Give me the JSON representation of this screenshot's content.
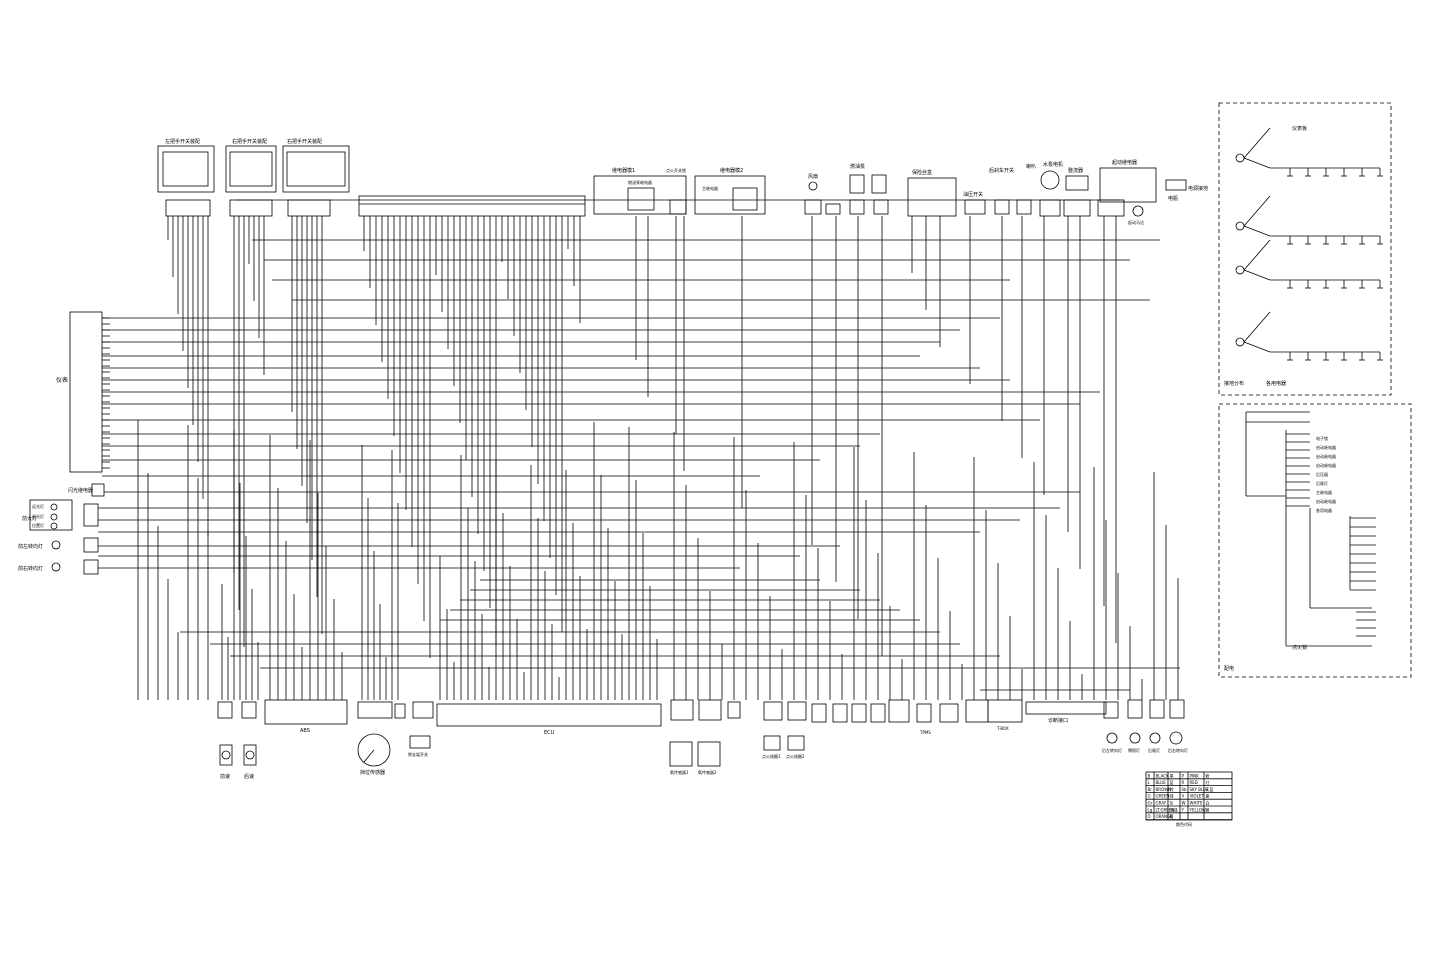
{
  "switches": {
    "left_handlebar": "左把手开关装配",
    "right_handlebar": "右把手开关装配",
    "right_handlebar_2": "右把手开关装配"
  },
  "top_modules": {
    "relay_box_1": "继电器模1",
    "fuel_pump_relay": "燃油泵继电器",
    "ignition_switch": "点火开关锁",
    "relay_box_2": "继电器模2",
    "main_relay": "主继电器",
    "fan": "风扇",
    "fuel_pump": "燃油泵",
    "fuse_box": "保险丝盒",
    "oil_pressure_switch": "油压开关",
    "rear_brake_switch": "后刹车开关",
    "horn": "喇叭",
    "water_pump": "水泵电机",
    "regulator": "整流器",
    "start_relay": "起动继电器",
    "start_motor": "起动马达",
    "battery": "电瓶",
    "battery_ground": "电源接地"
  },
  "left_side": {
    "instrument": "仪表",
    "relay": "闪光继电器",
    "headlight": "前大灯",
    "high_beam": "远光灯",
    "low_beam": "近光灯",
    "position_light": "位置灯",
    "front_left_turn": "前左转向灯",
    "front_right_turn": "前右转向灯"
  },
  "bottom": {
    "abs": "ABS",
    "ecu": "ECU",
    "gear_sensor": "挡位传感器",
    "side_stand_switch": "侧支架开关",
    "front_speed": "前速",
    "rear_speed": "后速",
    "o2_sensor_1": "氧传感器1",
    "o2_sensor_2": "氧传感器2",
    "ignition_coil_1": "点火线圈1",
    "ignition_coil_2": "点火线圈2",
    "diag": "诊断接口",
    "tpms": "TPMS",
    "tbox": "T-BOX",
    "rear_left_turn": "后左转向灯",
    "license_light": "牌照灯",
    "taillight": "后尾灯",
    "rear_right_turn": "后右转向灯"
  },
  "ground_panel": {
    "instrument": "仪表板",
    "title": "接地分布",
    "note": "各用电器"
  },
  "power_panel": {
    "title": "配电",
    "ignition_lock": "点火锁",
    "items": [
      "电子锁",
      "启动继电器",
      "启动继电器",
      "启动继电器",
      "后压器",
      "后尾灯",
      "主继电器",
      "启动继电器",
      "各用电器"
    ]
  },
  "legend": {
    "rows": [
      [
        "B",
        "BLACK",
        "黑",
        "P",
        "PINK",
        "粉"
      ],
      [
        "L",
        "BLUE",
        "蓝",
        "R",
        "RED",
        "红"
      ],
      [
        "Br",
        "BROWN",
        "棕",
        "Sb",
        "SKY BLUE",
        "天蓝"
      ],
      [
        "G",
        "GREEN",
        "绿",
        "V",
        "VIOLET",
        "紫"
      ],
      [
        "Gr",
        "GRAY",
        "灰",
        "W",
        "WHITE",
        "白"
      ],
      [
        "Lg",
        "LT.GREEN",
        "浅绿",
        "Y",
        "YELLOW",
        "黄"
      ],
      [
        "O",
        "ORANGE",
        "橙",
        "",
        "",
        ""
      ]
    ],
    "caption": "颜色代码"
  }
}
